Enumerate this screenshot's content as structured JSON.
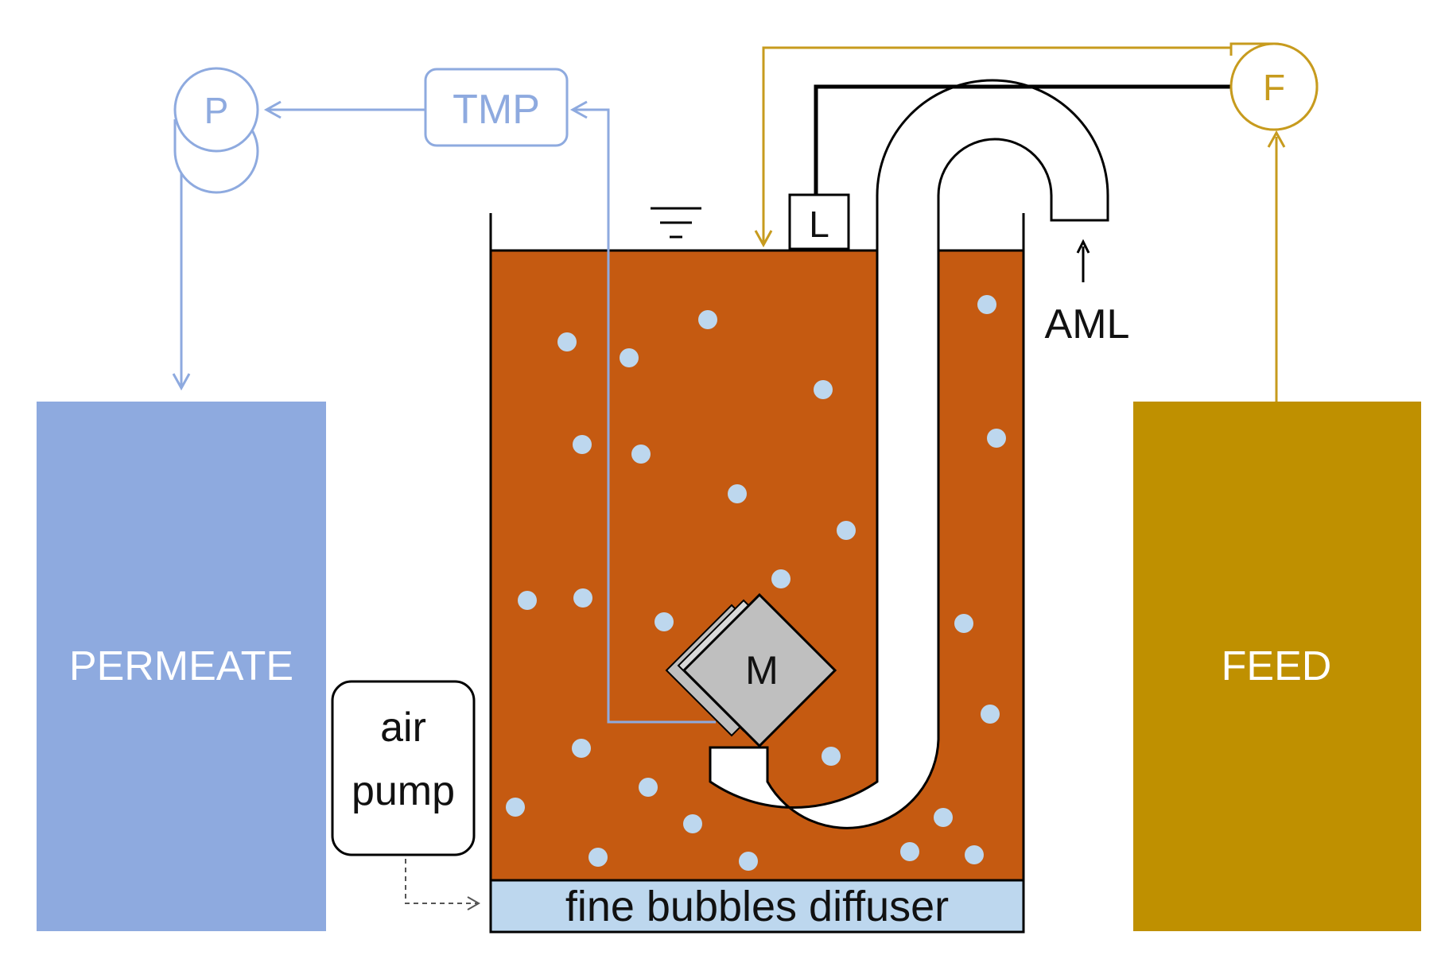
{
  "labels": {
    "permeate": "PERMEATE",
    "feed": "FEED",
    "tmp": "TMP",
    "pump_p": "P",
    "pump_f": "F",
    "level": "L",
    "membrane": "M",
    "aml": "AML",
    "air_pump_line1": "air",
    "air_pump_line2": "pump",
    "diffuser": "fine bubbles diffuser"
  },
  "colors": {
    "permeate": "#8eaadf",
    "permeate_line": "#8eaadf",
    "feed": "#bf9000",
    "feed_line": "#c79b1e",
    "sludge": "#c55a11",
    "bubble": "#bdd7ee",
    "diffuser": "#bdd7ee",
    "membrane": "#bfbfbf",
    "black": "#000000"
  }
}
